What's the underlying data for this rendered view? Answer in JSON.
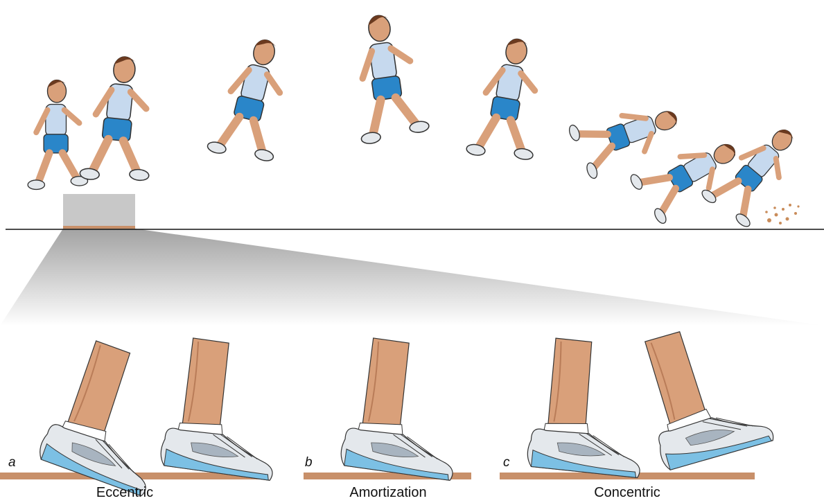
{
  "panels": [
    {
      "letter": "a",
      "phase": "Eccentric"
    },
    {
      "letter": "b",
      "phase": "Amortization"
    },
    {
      "letter": "c",
      "phase": "Concentric"
    }
  ],
  "colors": {
    "skin": "#d9a07a",
    "skin_shade": "#b97c58",
    "shorts": "#2a86c9",
    "singlet": "#c6d9ee",
    "hair": "#6b3a1f",
    "shoe_white": "#e4e8ec",
    "shoe_blue": "#7cc0e4",
    "ground_strip": "#c8906a",
    "sand_splash": "#c98c5a",
    "board": "#c8c8c8"
  }
}
